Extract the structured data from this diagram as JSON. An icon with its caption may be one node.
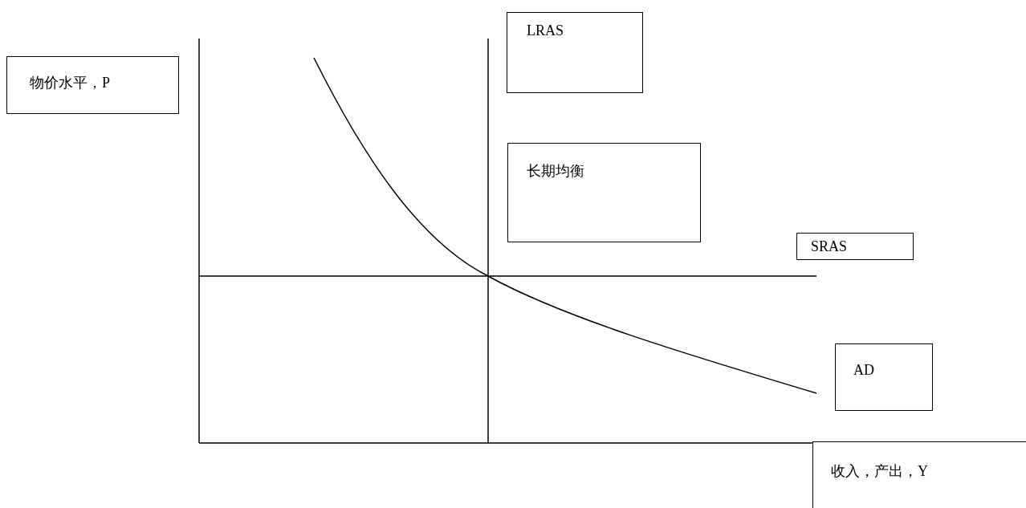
{
  "diagram": {
    "nodes": [
      {
        "text": [
          "物价水平，P"
        ]
      },
      {
        "text": [
          "LRAS"
        ]
      },
      {
        "text": [
          "长期均衡"
        ]
      },
      {
        "text": [
          "SRAS"
        ]
      },
      {
        "text": [
          "AD"
        ]
      },
      {
        "text": [
          "收入，产出，Y"
        ]
      }
    ]
  }
}
